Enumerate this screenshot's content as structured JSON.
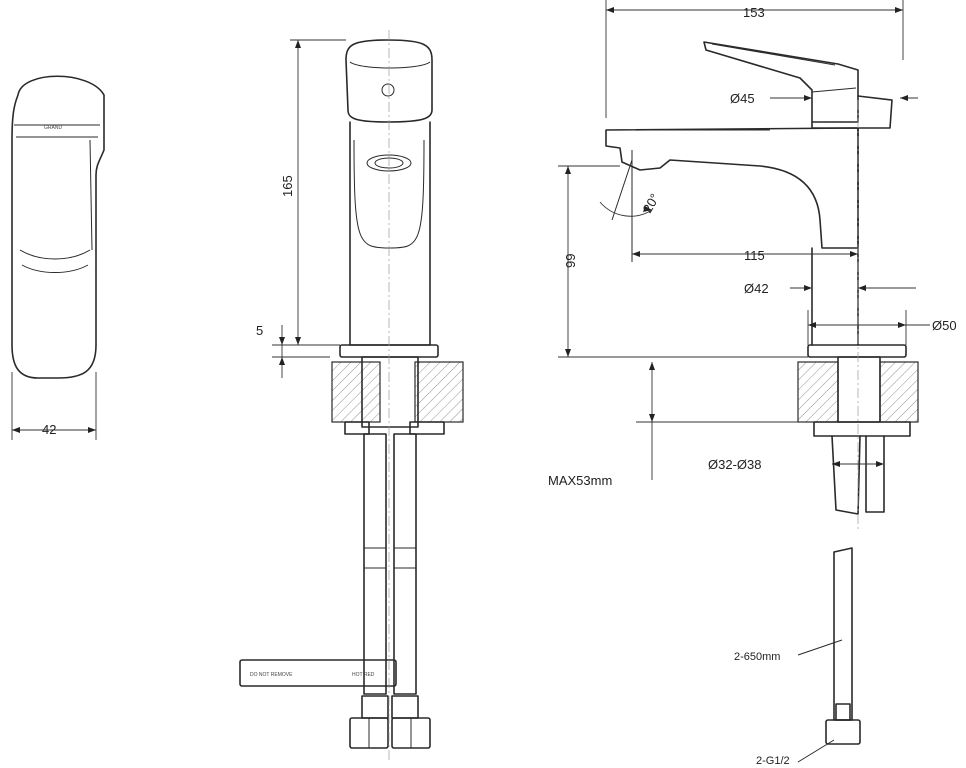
{
  "dimensions": {
    "side_width": "42",
    "height_total": "165",
    "base_thickness": "5",
    "overall_length": "153",
    "handle_diameter": "Ø45",
    "spout_angle": "20°",
    "spout_height": "99",
    "spout_reach": "115",
    "body_diameter": "Ø42",
    "base_diameter": "Ø50",
    "max_deck": "MAX53mm",
    "hole_range": "Ø32-Ø38",
    "hose_length": "2-650mm",
    "thread": "2-G1/2"
  },
  "tag": {
    "text_left": "DO NOT REMOVE",
    "text_right": "HOT  RED"
  },
  "logo_text": "GRAND"
}
